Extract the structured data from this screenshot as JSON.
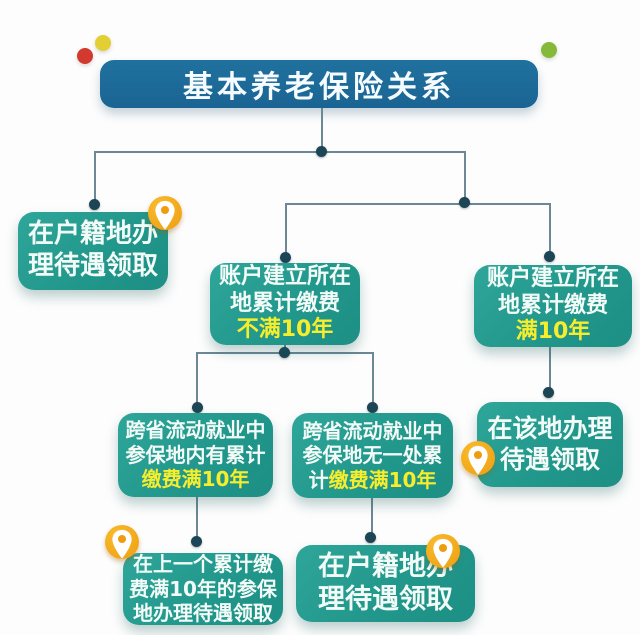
{
  "title": {
    "text": "基本养老保险关系"
  },
  "colors": {
    "title_bg": "#1d6b9a",
    "node_bg": "#24998d",
    "highlight_text": "#f6ee2d",
    "node_text": "#f2fbf7",
    "connector_line": "#6b8894",
    "junction_dot": "#1c4555",
    "pin_badge": "#f0a418",
    "deco_yellow": "#e3cf33",
    "deco_red": "#d23a30",
    "deco_green": "#85b93a"
  },
  "nodes": {
    "hukou_top": {
      "line1": "在户籍地办",
      "line2": "理待遇领取"
    },
    "account_under10": {
      "line1": "账户建立所在",
      "line2": "地累计缴费",
      "line3_highlight": "不满10年"
    },
    "account_over10": {
      "line1": "账户建立所在",
      "line2": "地累计缴费",
      "line3_highlight": "满10年"
    },
    "local_place": {
      "line1": "在该地办理",
      "line2": "待遇领取"
    },
    "cross_has10": {
      "line1": "跨省流动就业中",
      "line2": "参保地内有累计",
      "line3_highlight": "缴费满10年"
    },
    "cross_none10": {
      "line1": "跨省流动就业中",
      "line2": "参保地无一处累",
      "line3_prefix": "计",
      "line3_highlight": "缴费满10年"
    },
    "prev_place": {
      "line1": "在上一个累计缴",
      "line2": "费满10年的参保",
      "line3": "地办理待遇领取"
    },
    "hukou_bottom": {
      "line1": "在户籍地办",
      "line2": "理待遇领取"
    }
  }
}
